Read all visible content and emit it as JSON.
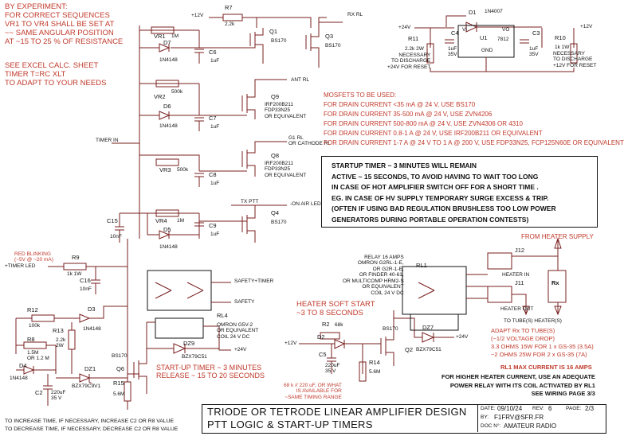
{
  "notes": {
    "experiment": [
      "BY EXPERIMENT:",
      "FOR CORRECT SEQUENCES",
      "VR1 TO VR4 SHALL BE SET AT",
      "~~ SAME ANGULAR POSITION",
      "AT ~15 TO 25 % OF RESISTANCE"
    ],
    "excel": [
      "SEE EXCEL CALC. SHEET",
      "TIMER T=RC XLT",
      "TO ADAPT TO YOUR NEEDS"
    ],
    "mosfets": [
      "MOSFETS TO BE USED:",
      "FOR DRAIN CURRENT <35 mA @ 24 V, USE BS170",
      "FOR DRAIN CURRENT 35-500 mA @ 24 V, USE ZVN4206",
      "FOR DRAIN CURRENT 500-800 mA @ 24 V, USE ZVN4306 OR 4310",
      "FOR DRAIN CURRENT 0.8-1 A @ 24 V, USE IRF200B211 OR EQUIVALENT",
      "FOR DRAIN CURRENT 1-7 A @ 24 V TO 1 A @ 200 V, USE FDP33N25, FCP125N60E OR EQUIVALENT"
    ],
    "startup_box": [
      "STARTUP TIMER ~ 3 MINUTES WILL REMAIN",
      "ACTIVE ~ 15 SECONDS, TO AVOID HAVING TO WAIT TOO LONG",
      "IN CASE OF HOT AMPLIFIER SWITCH OFF FOR A SHORT TIME .",
      "EG. IN CASE OF HV SUPPLY TEMPORARY SURGE EXCESS & TRIP.",
      "(OFTEN IF USING BAD REGULATION BRUSHLESS TOO LOW POWER",
      "GENERATORS DURING PORTABLE OPERATION CONTESTS)"
    ],
    "heater_soft": [
      "HEATER SOFT START",
      "~3 TO 8 SECONDS"
    ],
    "startup_timer": [
      "START-UP  TIMER ~ 3 MINUTES",
      "RELEASE ~ 15 TO 20 SECONDS"
    ],
    "cap_note": [
      "68 k // 220 uF, OR WHAT",
      "IS AVAILABLE FOR",
      "~SAME TIMING RANGE"
    ],
    "red_blink": [
      "RED BLINKING",
      "(~5V @ ~20 mA)"
    ],
    "from_heater": "FROM HEATER SUPPLY",
    "adapt_rx": [
      "ADAPT Rx TO TUBE(S)",
      "(~1/2 VOLTAGE DROP)",
      "3.3 OHMS 15W FOR 1 x GS-35 (3.5A)",
      "~2 OHMS 25W FOR 2 x GS-35 (7A)"
    ],
    "rl1_max": "RL1 MAX CURRENT IS 16 AMPS",
    "higher": [
      "FOR HIGHER HEATER CURRENT, USE AN ADEQUATE",
      "POWER RELAY WITH ITS COIL ACTIVATED BY RL1",
      "SEE WIRING PAGE 3/3"
    ],
    "increase": "TO INCREASE TIME, IF NECESSARY, INCREASE C2 OR R8 VALUE",
    "decrease": "TO DECREASE TIME, IF NECESSARY, DECREASE C2 OR R8 VALUE",
    "relay16": [
      "RELAY 16 AMPS",
      "OMRON G2RL-1-E,",
      "OR G2R-1-E,",
      "OR FINDER 40-61,",
      "OR MULTICOMP HRM2-S",
      "OR EQUIVALENT",
      "COIL 24 V DC"
    ],
    "rl4_desc": [
      "OMRON G5V-2",
      "OR EQUIVALENT",
      "COIL 24 V DC"
    ],
    "r11_desc": [
      "NECESSARY",
      "TO DISCHARGE",
      "+24V FOR RESET"
    ],
    "r10_desc": [
      "NECESSARY",
      "TO DISCHARGE",
      "+12V FOR RESET"
    ]
  },
  "labels": {
    "q1": "Q1",
    "q1_part": "BS170",
    "q3": "Q3",
    "q3_part": "BS170",
    "q9": "Q9",
    "q9_part": [
      "IRF200B211",
      "FDP33N25",
      "OR EQUIVALENT"
    ],
    "q8": "Q8",
    "q8_part": [
      "IRF200B211",
      "FDP33N25",
      "OR EQUIVALENT"
    ],
    "q4": "Q4",
    "q4_part": "BS170",
    "q2": "Q2",
    "q2_part": "BS170",
    "q6": "Q6",
    "q6_part": "BS170",
    "r7": "R7",
    "r7_val": "2.2k",
    "vr1": "VR1",
    "vr1_val": "1M",
    "vr2": "VR2",
    "vr2_val": "500k",
    "vr3": "VR3",
    "vr3_val": "500k",
    "vr4": "VR4",
    "vr4_val": "1M",
    "d7": "D7",
    "d6": "D6",
    "d5": "D5",
    "d_part": "1N4148",
    "c6": "C6",
    "c7": "C7",
    "c8": "C8",
    "c9": "C9",
    "c_val": "1uF",
    "c15": "C15",
    "c15_val": "10nF",
    "rx_rl": "RX RL",
    "ant_rl": "ANT RL",
    "g1_rl": [
      "G1 RL",
      "OR CATHODE RL"
    ],
    "tx_ptt": "TX PTT",
    "on_air": "-ON AIR LED",
    "timer_in": "TIMER IN",
    "timer_led": "+TIMER LED",
    "plus12": "+12V",
    "plus24": "+24V",
    "d1": "D1",
    "d1_part": "1N4007",
    "u1": "U1",
    "u1_part": "7812",
    "vi": "VI",
    "vo": "VO",
    "gnd": "GND",
    "c4": "C4",
    "c4_val": [
      "1uF",
      "35V"
    ],
    "c3": "C3",
    "c3_val": [
      "1uF",
      "35V"
    ],
    "r11": "R11",
    "r11_val": "2.2k 2W",
    "r10": "R10",
    "r10_val": "1k 1W",
    "r9": "R9",
    "r9_val": "1k  1W",
    "c16": "C16",
    "c16_val": "10nF",
    "r12": "R12",
    "r12_val": "100k",
    "d3": "D3",
    "r13": "R13",
    "r13_val": [
      "2.2k",
      "2W"
    ],
    "r8": "R8",
    "r8_val": [
      "1.5M",
      "OR 1.2 M"
    ],
    "d4": "D4",
    "dz1": "DZ1",
    "dz1_part": "BZX79C9V1",
    "c2": "C2",
    "c2_val": [
      "220uF",
      "35 V"
    ],
    "r15": "R15",
    "r15_val": "5.6M",
    "rl4": "RL4",
    "dz9": "DZ9",
    "dz9_part": "BZX79C51",
    "safety_timer": "SAFETY+TIMER",
    "safety": "SAFETY",
    "r2": "R2",
    "r2_val": "68k",
    "d2": "D2",
    "c5": "C5",
    "c5_val": [
      "220uF",
      "35 V"
    ],
    "r14": "R14",
    "r14_val": "5.6M",
    "dz7": "DZ7",
    "dz7_part": "BZX79C51",
    "rl1": "RL1",
    "j12": "J12",
    "j11": "J11",
    "heater_in": "HEATER IN",
    "heater_out": "HEATER OUT",
    "rx": "Rx",
    "to_tubes": "TO TUBE(S) HEATER(S)"
  },
  "title_block": {
    "title1": "TRIODE OR TETRODE LINEAR AMPLIFIER DESIGN",
    "title2": "PTT LOGIC & START-UP TIMERS",
    "date_label": "DATE:",
    "date": "09/10/24",
    "rev_label": "REV:",
    "rev": "6",
    "page_label": "PAGE:",
    "page": "2/3",
    "by_label": "BY:",
    "by": "F1FRV@SFR.FR",
    "doc_label": "DOC N°:",
    "doc": "AMATEUR RADIO"
  },
  "colors": {
    "wire": "#7a1f1f",
    "text_red": "#c0392b",
    "text": "#111111"
  }
}
